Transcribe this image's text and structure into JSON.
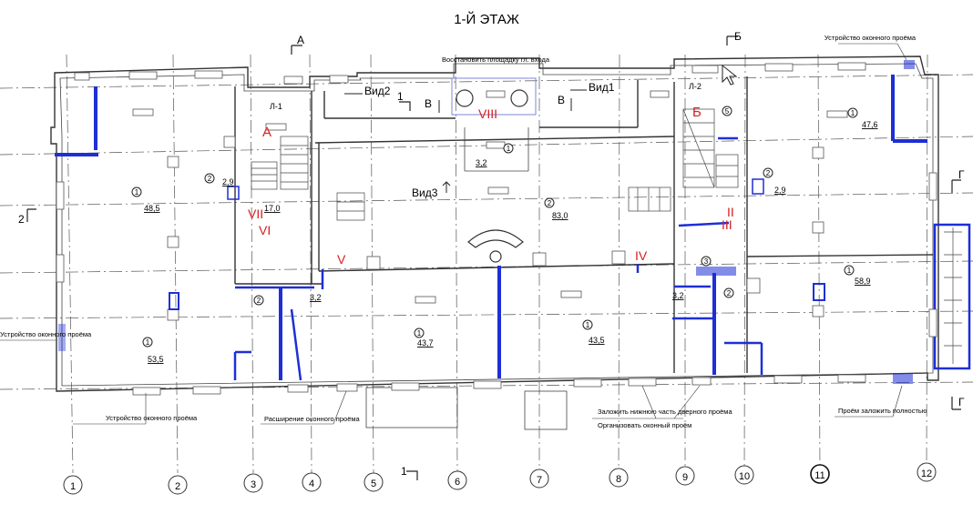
{
  "title": "1-Й ЭТАЖ",
  "axes": [
    "1",
    "2",
    "3",
    "4",
    "5",
    "6",
    "7",
    "8",
    "9",
    "10",
    "11",
    "12"
  ],
  "section_marks": {
    "A": "А",
    "B": "Б",
    "G": "Г",
    "one": "1",
    "two": "2"
  },
  "view_labels": {
    "v1": "Вид1",
    "v2": "Вид2",
    "v3": "Вид3",
    "b": "В"
  },
  "stairs": {
    "l1": "Л-1",
    "l2": "Л-2",
    "a": "А",
    "b": "Б"
  },
  "roman": {
    "ii": "II",
    "iii": "III",
    "iv": "IV",
    "v": "V",
    "vi": "VI",
    "vii": "VII",
    "viii": "VIII"
  },
  "areas": {
    "r1": "48,5",
    "r2": "53,5",
    "r3": "17,0",
    "r4": "2,9",
    "r5": "3,2",
    "r6": "43,7",
    "r7": "83,0",
    "r8": "3,2",
    "r9": "43,5",
    "r10": "3,2",
    "r11": "2,9",
    "r12": "58,9",
    "r13": "47,6"
  },
  "room_nums": {
    "one": "1",
    "two": "2",
    "three": "3",
    "five": "5"
  },
  "notes": {
    "restore": "Восстановить площадку гл. входа",
    "window_top": "Устройство оконного проёма",
    "window_left": "Устройство оконного проёма",
    "window_bottom": "Устройство оконного проёма",
    "expand": "Расширение оконного проёма",
    "close_lower": "Заложить нижнюю часть дверного проёма",
    "organize": "Организовать оконный проём",
    "close_full": "Проём заложить полностью"
  }
}
